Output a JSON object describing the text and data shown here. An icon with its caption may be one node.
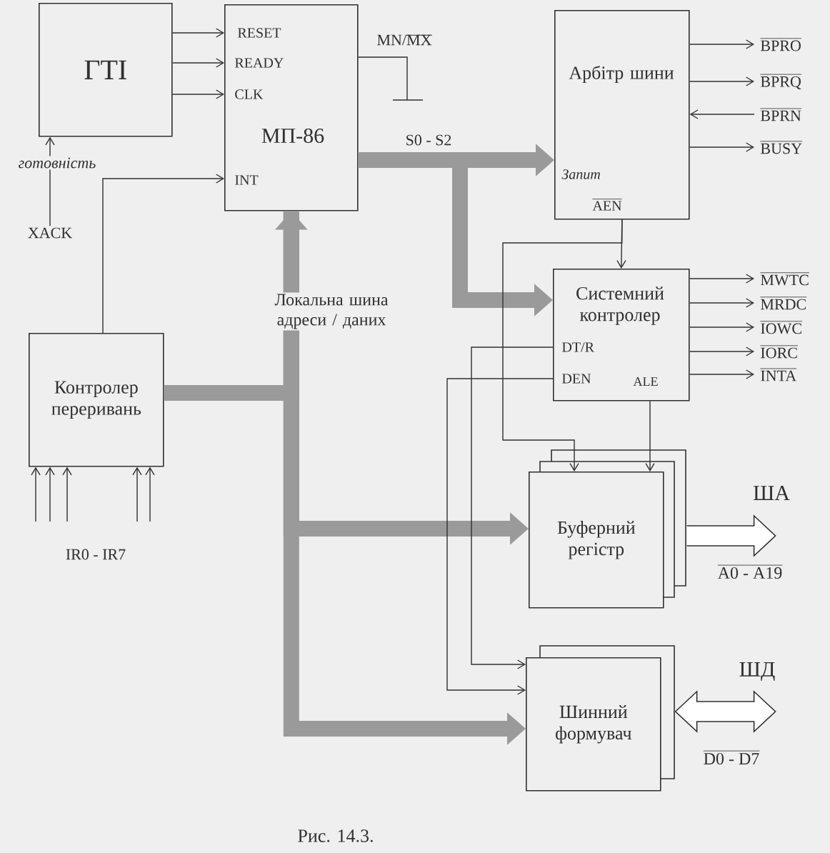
{
  "diagram": {
    "caption": "Рис. 14.3.",
    "nodes": [
      {
        "text": [
          "ГТІ"
        ]
      },
      {
        "text": [
          "RESET",
          "READY",
          "CLK",
          "МП-86",
          "INT"
        ]
      },
      {
        "text": [
          "Арбітр шини",
          "Запит",
          "AEN"
        ]
      },
      {
        "text": [
          "Системний контролер",
          "DT/R",
          "DEN",
          "ALE"
        ]
      },
      {
        "text": [
          "Контролер переривань"
        ]
      },
      {
        "text": [
          "Буферний регістр"
        ]
      },
      {
        "text": [
          "Шинний формувач"
        ]
      },
      {
        "text": [
          "XACK"
        ]
      }
    ],
    "edges": [
      {
        "from": 0,
        "to": 1,
        "arrow": "to"
      },
      {
        "from": 0,
        "to": 1,
        "arrow": "to"
      },
      {
        "from": 0,
        "to": 1,
        "arrow": "to"
      },
      {
        "from": 7,
        "to": 0,
        "arrow": "to",
        "label": "готовність"
      },
      {
        "from": 4,
        "to": 1,
        "arrow": "to"
      },
      {
        "from": null,
        "to": 4,
        "arrow": "to"
      },
      {
        "from": null,
        "to": 4,
        "arrow": "to"
      },
      {
        "from": null,
        "to": 4,
        "arrow": "to"
      },
      {
        "from": null,
        "to": 4,
        "arrow": "to"
      },
      {
        "from": null,
        "to": 4,
        "arrow": "to"
      },
      {
        "from": 1,
        "to": 2,
        "arrow": "to",
        "label": "S0 - S2",
        "style": "thick",
        "color": "#9a9a9a"
      },
      {
        "from": 1,
        "to": 3,
        "arrow": "to",
        "style": "thick",
        "color": "#9a9a9a"
      },
      {
        "from": 4,
        "to": 1,
        "arrow": "to",
        "style": "thick",
        "color": "#9a9a9a"
      },
      {
        "from": 1,
        "to": 5,
        "arrow": "to",
        "style": "thick",
        "color": "#9a9a9a"
      },
      {
        "from": 1,
        "to": 6,
        "arrow": "to",
        "style": "thick",
        "color": "#9a9a9a"
      },
      {
        "from": 2,
        "to": null,
        "arrow": "to",
        "label": "BPRO"
      },
      {
        "from": 2,
        "to": null,
        "arrow": "to",
        "label": "BPRQ"
      },
      {
        "from": null,
        "to": 2,
        "arrow": "to",
        "label": "BPRN"
      },
      {
        "from": 2,
        "to": null,
        "arrow": "to",
        "label": "BUSY"
      },
      {
        "from": 2,
        "to": 3,
        "arrow": "to"
      },
      {
        "from": 2,
        "to": 5,
        "arrow": "to"
      },
      {
        "from": 3,
        "to": null,
        "arrow": "to",
        "label": "MWTC"
      },
      {
        "from": 3,
        "to": null,
        "arrow": "to",
        "label": "MRDC"
      },
      {
        "from": 3,
        "to": null,
        "arrow": "to",
        "label": "IOWC"
      },
      {
        "from": 3,
        "to": null,
        "arrow": "to",
        "label": "IORC"
      },
      {
        "from": 3,
        "to": null,
        "arrow": "to",
        "label": "INTA"
      },
      {
        "from": 3,
        "to": 5,
        "arrow": "to"
      },
      {
        "from": 3,
        "to": 6,
        "arrow": "to"
      },
      {
        "from": 3,
        "to": 6,
        "arrow": "to"
      },
      {
        "from": 5,
        "to": null,
        "arrow": "to",
        "label": "ША",
        "style": "thick"
      },
      {
        "from": 6,
        "to": null,
        "arrow": "both",
        "label": "ШД",
        "style": "thick"
      }
    ],
    "labels": [
      "MN/MX",
      "Локальна шина адреси / даних",
      "IR0 - IR7",
      "A0 - A19",
      "D0 - D7"
    ]
  }
}
